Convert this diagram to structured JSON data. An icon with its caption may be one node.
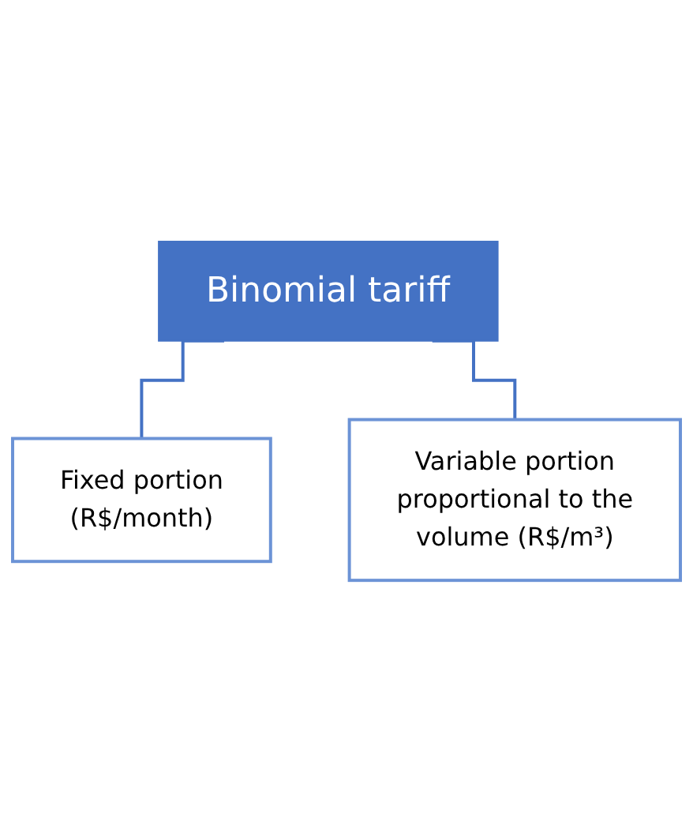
{
  "diagram": {
    "nodes": [
      {
        "text": [
          "Binomial tariff"
        ]
      },
      {
        "text": [
          "Fixed portion (R$/month)"
        ]
      },
      {
        "text": [
          "Variable portion proportional to the volume (R$/m³)"
        ]
      }
    ],
    "edges": [
      {
        "from": 0,
        "to": 1,
        "arrow": "none",
        "color": "#4472c4"
      },
      {
        "from": 0,
        "to": 2,
        "arrow": "none",
        "color": "#4472c4"
      }
    ]
  }
}
